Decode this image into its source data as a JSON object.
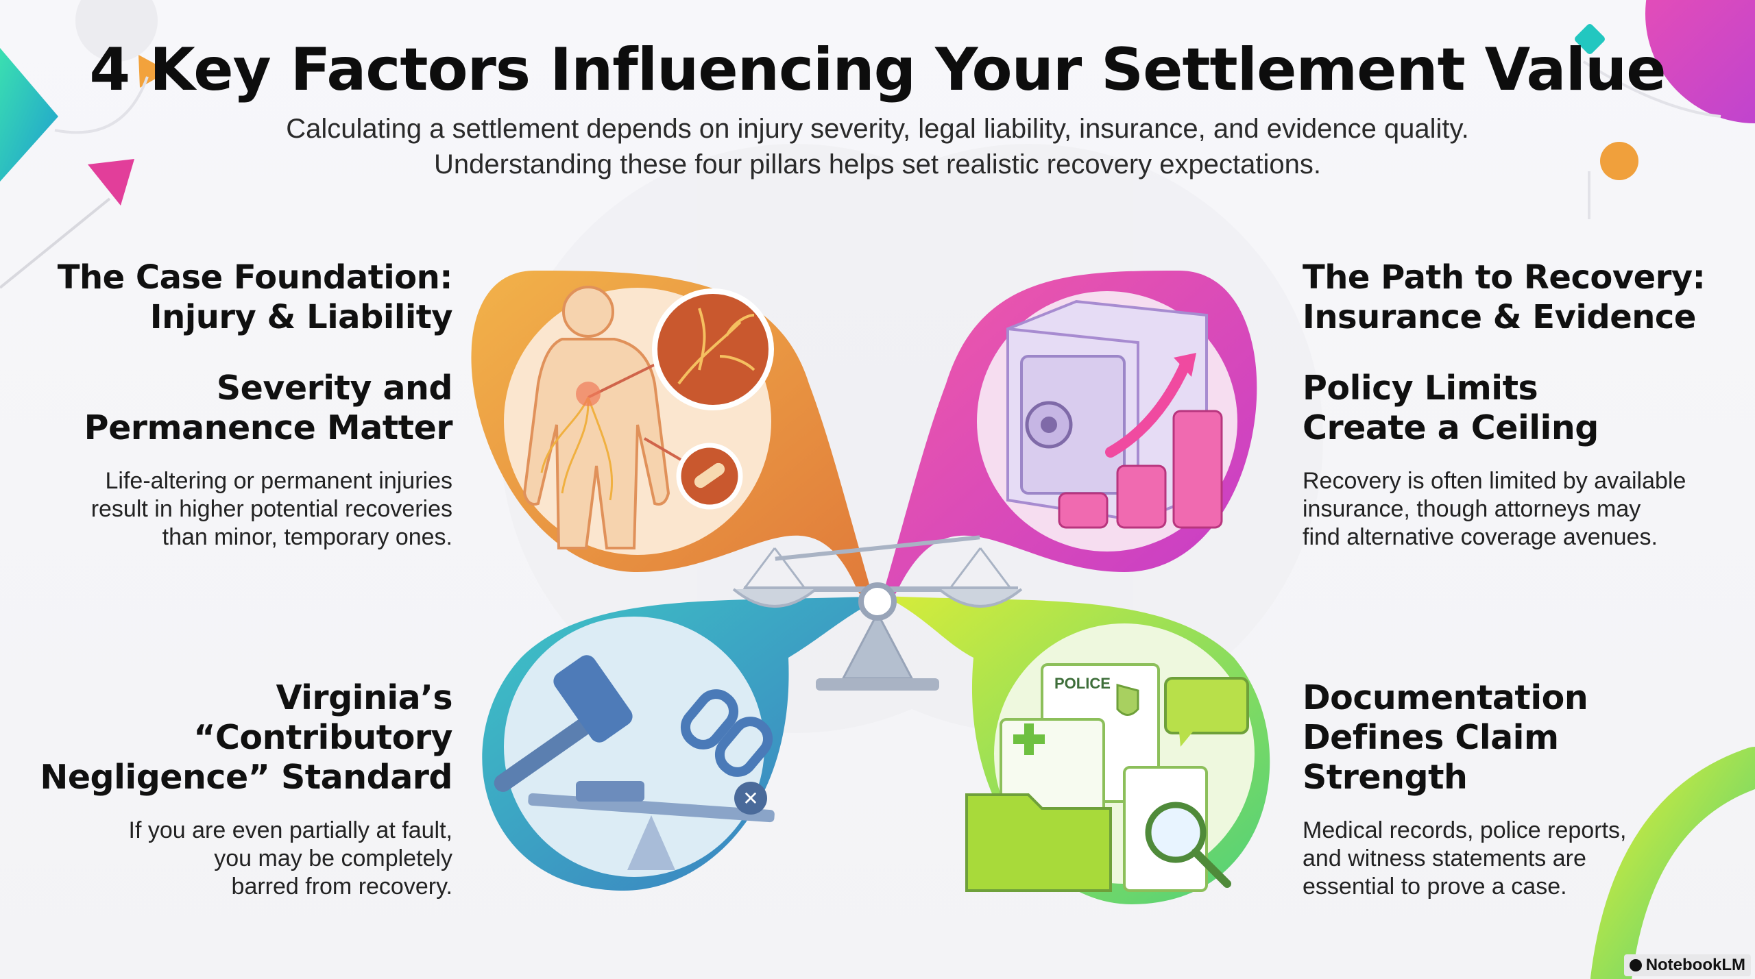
{
  "header": {
    "title": "4 Key Factors Influencing Your Settlement Value",
    "subtitle_line1": "Calculating a settlement depends on injury severity, legal liability, insurance, and evidence quality.",
    "subtitle_line2": "Understanding these four pillars helps set realistic recovery expectations."
  },
  "left_column": {
    "section_heading_line1": "The Case Foundation:",
    "section_heading_line2": "Injury & Liability",
    "factors": [
      {
        "heading_line1": "Severity and",
        "heading_line2": "Permanence Matter",
        "desc_line1": "Life-altering or permanent injuries",
        "desc_line2": "result in higher potential recoveries",
        "desc_line3": "than minor, temporary ones."
      },
      {
        "heading_line1": "Virginia’s",
        "heading_line2": "“Contributory",
        "heading_line3": "Negligence” Standard",
        "desc_line1": "If you are even partially at fault,",
        "desc_line2": "you may be completely",
        "desc_line3": "barred from recovery."
      }
    ]
  },
  "right_column": {
    "section_heading_line1": "The Path to Recovery:",
    "section_heading_line2": "Insurance & Evidence",
    "factors": [
      {
        "heading_line1": "Policy Limits",
        "heading_line2": "Create a Ceiling",
        "desc_line1": "Recovery is often limited by available",
        "desc_line2": "insurance, though attorneys may",
        "desc_line3": "find alternative coverage avenues."
      },
      {
        "heading_line1": "Documentation",
        "heading_line2": "Defines Claim",
        "heading_line3": "Strength",
        "desc_line1": "Medical records, police reports,",
        "desc_line2": "and witness statements are",
        "desc_line3": "essential to prove a case."
      }
    ]
  },
  "illustrations": {
    "police_label": "POLICE",
    "icons": [
      "human-body-icon",
      "vault-safe-icon",
      "gavel-icon",
      "documents-folder-icon",
      "balance-scale-icon"
    ]
  },
  "branding": {
    "label": "NotebookLM"
  },
  "colors": {
    "orange": "#f0a03c",
    "magenta": "#e0409e",
    "blue": "#3aa6c8",
    "green": "#9ad84a",
    "scale": "#a9b3c4"
  }
}
